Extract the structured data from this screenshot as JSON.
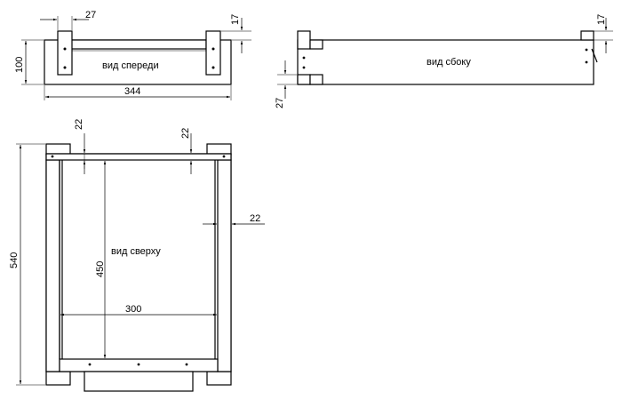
{
  "views": {
    "front": {
      "label": "вид спереди",
      "width": "344",
      "height": "100",
      "post": "27",
      "top_offset": "17"
    },
    "side": {
      "label": "вид сбоку",
      "top_offset": "17",
      "post": "27"
    },
    "top": {
      "label": "вид сверху",
      "length": "540",
      "inner_length": "450",
      "inner_width": "300",
      "rail_left": "22",
      "rail_right": "22",
      "side_rail": "22"
    }
  },
  "colors": {
    "line": "#000000",
    "background": "#ffffff"
  }
}
